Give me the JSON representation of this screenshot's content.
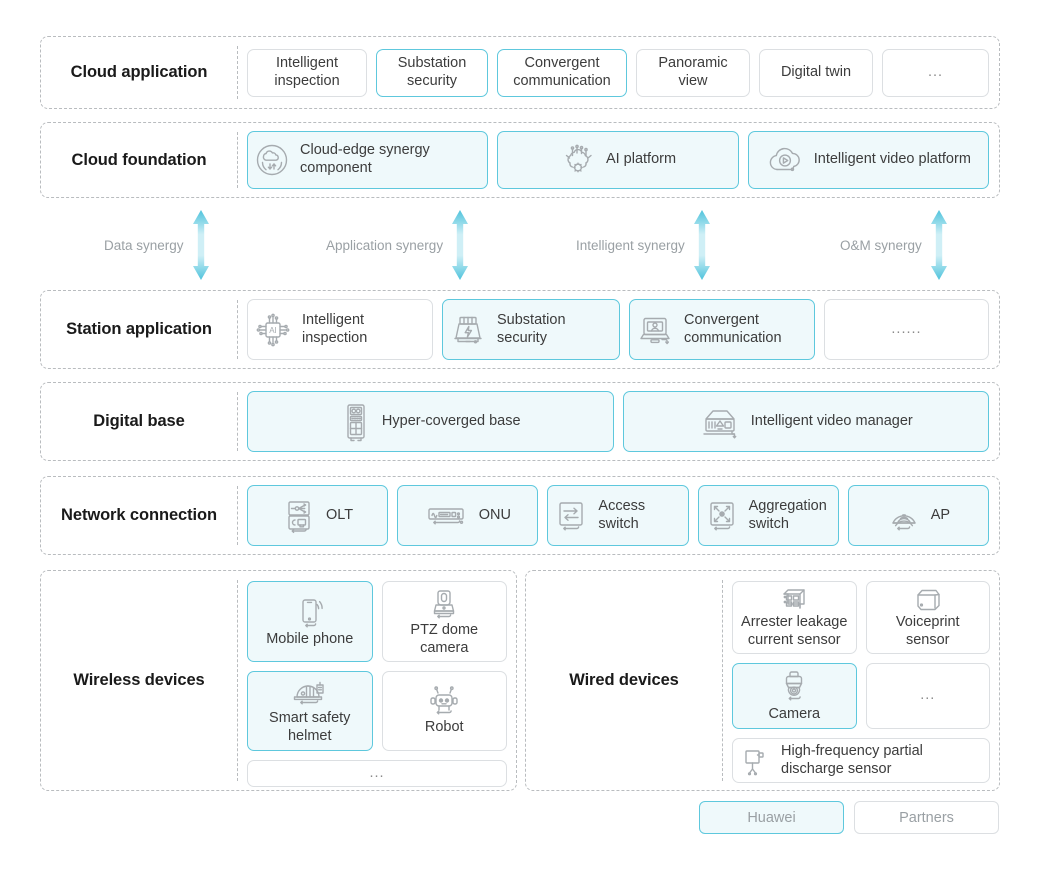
{
  "theme": {
    "huawei_border": "#5ec8dd",
    "huawei_fill": "#eff9fb",
    "partner_border": "#dcdfe2",
    "partner_fill": "#ffffff",
    "band_border": "#b9bcbf",
    "label_color": "#1a1a1a",
    "muted_text": "#9aa0a4",
    "icon_color": "#a6abaf"
  },
  "layers": {
    "cloud_application": {
      "label": "Cloud application",
      "items": [
        {
          "label": "Intelligent inspection",
          "vendor": "partner",
          "icon": "none"
        },
        {
          "label": "Substation security",
          "vendor": "huawei",
          "icon": "none"
        },
        {
          "label": "Convergent communication",
          "vendor": "huawei",
          "icon": "none"
        },
        {
          "label": "Panoramic view",
          "vendor": "partner",
          "icon": "none"
        },
        {
          "label": "Digital twin",
          "vendor": "partner",
          "icon": "none"
        },
        {
          "label": "...",
          "vendor": "partner",
          "icon": "none"
        }
      ]
    },
    "cloud_foundation": {
      "label": "Cloud foundation",
      "items": [
        {
          "label": "Cloud-edge synergy component",
          "vendor": "huawei",
          "icon": "cloud-edge-synergy-icon"
        },
        {
          "label": "AI platform",
          "vendor": "huawei",
          "icon": "ai-brain-icon"
        },
        {
          "label": "Intelligent video platform",
          "vendor": "huawei",
          "icon": "cloud-video-icon"
        }
      ]
    },
    "synergy": {
      "items": [
        {
          "label": "Data synergy"
        },
        {
          "label": "Application synergy"
        },
        {
          "label": "Intelligent synergy"
        },
        {
          "label": "O&M synergy"
        }
      ]
    },
    "station_application": {
      "label": "Station application",
      "items": [
        {
          "label": "Intelligent inspection",
          "vendor": "partner",
          "icon": "ai-chip-icon"
        },
        {
          "label": "Substation security",
          "vendor": "huawei",
          "icon": "substation-icon"
        },
        {
          "label": "Convergent communication",
          "vendor": "huawei",
          "icon": "video-conference-icon"
        },
        {
          "label": "......",
          "vendor": "partner",
          "icon": "none"
        }
      ]
    },
    "digital_base": {
      "label": "Digital base",
      "items": [
        {
          "label": "Hyper-coverged base",
          "vendor": "huawei",
          "icon": "server-cabinet-icon"
        },
        {
          "label": "Intelligent video manager",
          "vendor": "huawei",
          "icon": "video-manager-icon"
        }
      ]
    },
    "network_connection": {
      "label": "Network connection",
      "items": [
        {
          "label": "OLT",
          "vendor": "huawei",
          "icon": "olt-icon"
        },
        {
          "label": "ONU",
          "vendor": "huawei",
          "icon": "onu-icon"
        },
        {
          "label": "Access switch",
          "vendor": "huawei",
          "icon": "access-switch-icon"
        },
        {
          "label": "Aggregation switch",
          "vendor": "huawei",
          "icon": "aggregation-switch-icon"
        },
        {
          "label": "AP",
          "vendor": "huawei",
          "icon": "ap-icon"
        }
      ]
    },
    "wireless_devices": {
      "label": "Wireless devices",
      "rows": [
        [
          {
            "label": "Mobile phone",
            "vendor": "huawei",
            "icon": "mobile-phone-icon"
          },
          {
            "label": "PTZ dome camera",
            "vendor": "partner",
            "icon": "ptz-dome-camera-icon"
          }
        ],
        [
          {
            "label": "Smart safety helmet",
            "vendor": "huawei",
            "icon": "safety-helmet-icon"
          },
          {
            "label": "Robot",
            "vendor": "partner",
            "icon": "robot-icon"
          }
        ],
        [
          {
            "label": "...",
            "vendor": "partner",
            "icon": "none"
          }
        ]
      ]
    },
    "wired_devices": {
      "label": "Wired devices",
      "rows": [
        [
          {
            "label": "Arrester leakage current sensor",
            "vendor": "partner",
            "icon": "arrester-sensor-icon"
          },
          {
            "label": "Voiceprint sensor",
            "vendor": "partner",
            "icon": "voiceprint-sensor-icon"
          }
        ],
        [
          {
            "label": "Camera",
            "vendor": "huawei",
            "icon": "camera-icon"
          },
          {
            "label": "...",
            "vendor": "partner",
            "icon": "none"
          }
        ],
        [
          {
            "label": "High-frequency partial discharge sensor",
            "vendor": "partner",
            "icon": "partial-discharge-sensor-icon"
          }
        ]
      ]
    }
  },
  "legend": {
    "items": [
      {
        "label": "Huawei",
        "vendor": "huawei"
      },
      {
        "label": "Partners",
        "vendor": "partner"
      }
    ]
  }
}
